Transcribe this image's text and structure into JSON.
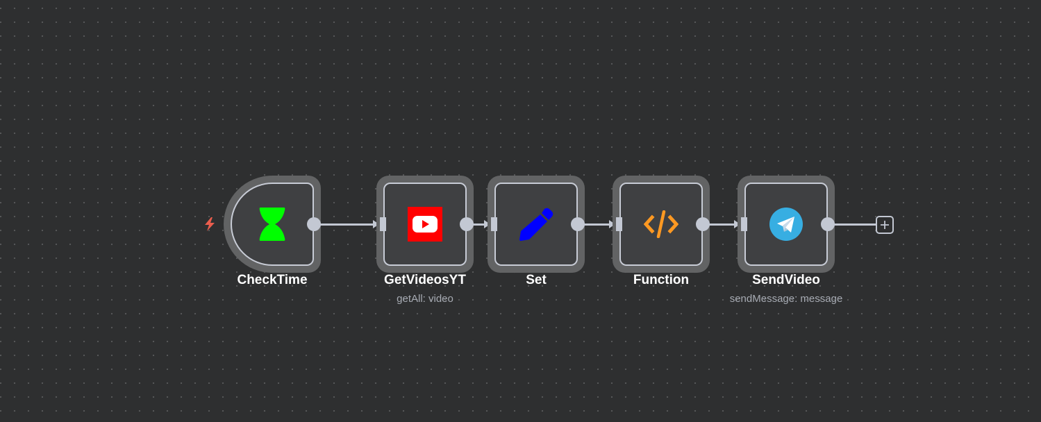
{
  "workflow": {
    "nodes": [
      {
        "id": "checktime",
        "name": "CheckTime",
        "subtitle": "",
        "icon": "hourglass-icon",
        "icon_color": "#00ff00",
        "is_trigger": true
      },
      {
        "id": "getvideosyt",
        "name": "GetVideosYT",
        "subtitle": "getAll: video",
        "icon": "youtube-icon",
        "icon_color": "#ff0000"
      },
      {
        "id": "set",
        "name": "Set",
        "subtitle": "",
        "icon": "pencil-icon",
        "icon_color": "#0000ff"
      },
      {
        "id": "function",
        "name": "Function",
        "subtitle": "",
        "icon": "code-icon",
        "icon_color": "#ff9922"
      },
      {
        "id": "sendvideo",
        "name": "SendVideo",
        "subtitle": "sendMessage: message",
        "icon": "telegram-icon",
        "icon_color": "#37aee2"
      }
    ],
    "connections": [
      [
        "CheckTime",
        "GetVideosYT"
      ],
      [
        "GetVideosYT",
        "Set"
      ],
      [
        "Set",
        "Function"
      ],
      [
        "Function",
        "SendVideo"
      ]
    ],
    "trigger_icon": "lightning-bolt-icon",
    "trigger_color": "#ea5d4d",
    "add_node_icon": "plus-icon"
  }
}
